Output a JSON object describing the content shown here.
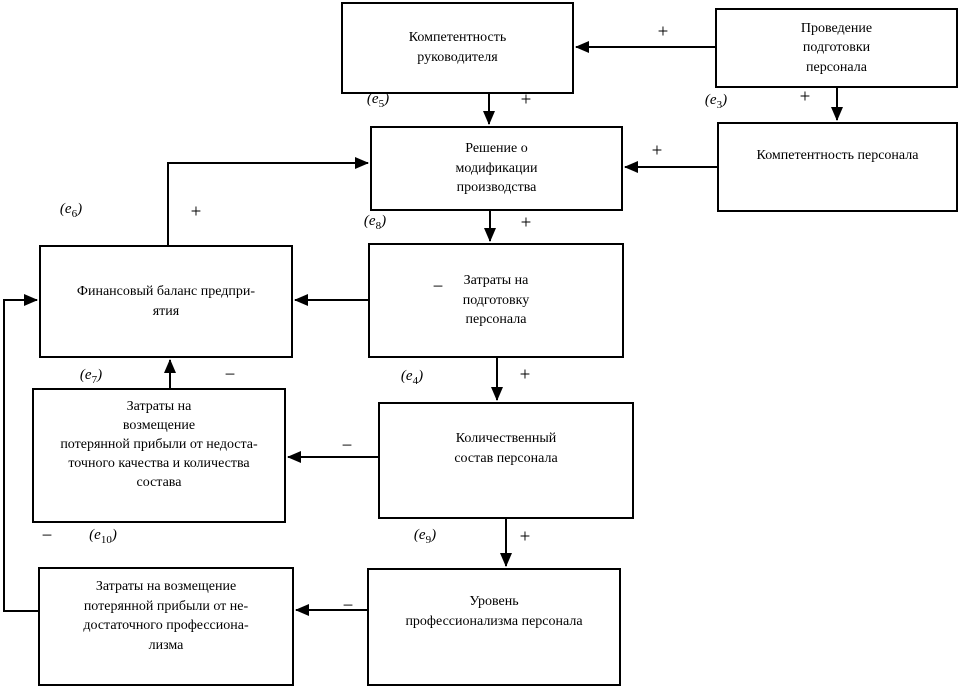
{
  "diagram": {
    "elabel": {
      "open": "(",
      "base": "e",
      "close": ")"
    },
    "nodes": [
      {
        "id": "competence-manager",
        "label": "Компетентность\nруководителя"
      },
      {
        "id": "training",
        "label": "Проведение\nподготовки\nперсонала"
      },
      {
        "id": "decision",
        "label": "Решение о\nмодификации\nпроизводства"
      },
      {
        "id": "competence-staff",
        "label": "Компетентность персонала"
      },
      {
        "id": "financial-balance",
        "label": "Финансовый баланс предпри-\nятия"
      },
      {
        "id": "training-costs",
        "label": "Затраты на\nподготовку\nперсонала"
      },
      {
        "id": "quality-loss-costs",
        "label": "Затраты на\nвозмещение\nпотерянной прибыли от недоста-\nточного качества и количества\nсостава"
      },
      {
        "id": "headcount",
        "label": "Количественный\nсостав персонала"
      },
      {
        "id": "professionalism-loss-costs",
        "label": "Затраты на возмещение\nпотерянной прибыли от не-\nдостаточного профессиона-\nлизма"
      },
      {
        "id": "professionalism",
        "label": "Уровень\nпрофессионализма персонала"
      }
    ],
    "edges": [
      {
        "from": "training",
        "to": "competence-manager",
        "sign": "+"
      },
      {
        "from": "training",
        "to": "competence-staff",
        "sign": "+",
        "e_sub": "3"
      },
      {
        "from": "competence-manager",
        "to": "decision",
        "sign": "+",
        "e_sub": "5"
      },
      {
        "from": "competence-staff",
        "to": "decision",
        "sign": "+"
      },
      {
        "from": "decision",
        "to": "training-costs",
        "sign": "+",
        "e_sub": "8"
      },
      {
        "from": "training-costs",
        "to": "financial-balance",
        "sign": "−"
      },
      {
        "from": "training-costs",
        "to": "headcount",
        "sign": "+",
        "e_sub": "4"
      },
      {
        "from": "financial-balance",
        "to": "decision",
        "sign": "+",
        "e_sub": "6"
      },
      {
        "from": "headcount",
        "to": "quality-loss-costs",
        "sign": "−"
      },
      {
        "from": "headcount",
        "to": "professionalism",
        "sign": "+",
        "e_sub": "9"
      },
      {
        "from": "quality-loss-costs",
        "to": "financial-balance",
        "sign": "−",
        "e_sub": "7"
      },
      {
        "from": "professionalism",
        "to": "professionalism-loss-costs",
        "sign": "−"
      },
      {
        "from": "professionalism-loss-costs",
        "to": "financial-balance",
        "sign": "−",
        "e_sub": "10"
      }
    ],
    "colors": {
      "line": "#000000",
      "background": "#ffffff",
      "text": "#000000"
    }
  }
}
